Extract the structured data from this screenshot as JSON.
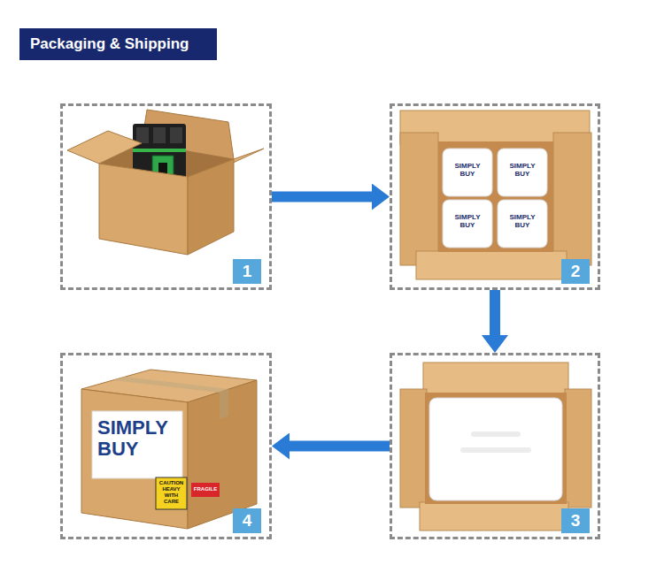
{
  "diagram": {
    "title": "Packaging & Shipping",
    "nodes": [
      {
        "text": [
          "1"
        ]
      },
      {
        "text": [
          "2"
        ]
      },
      {
        "text": [
          "3"
        ]
      },
      {
        "text": [
          "4"
        ]
      }
    ],
    "edges": [
      {
        "from": 0,
        "to": 1,
        "arrow": "to"
      },
      {
        "from": 1,
        "to": 2,
        "arrow": "to"
      },
      {
        "from": 2,
        "to": 3,
        "arrow": "to"
      }
    ],
    "labels": [
      "SIMPLY BUY",
      "SIMPLY BUY",
      "SIMPLY BUY",
      "SIMPLY BUY",
      "SIMPLY BUY",
      "CAUTION HEAVY WITH CARE",
      "FRAGILE"
    ]
  }
}
